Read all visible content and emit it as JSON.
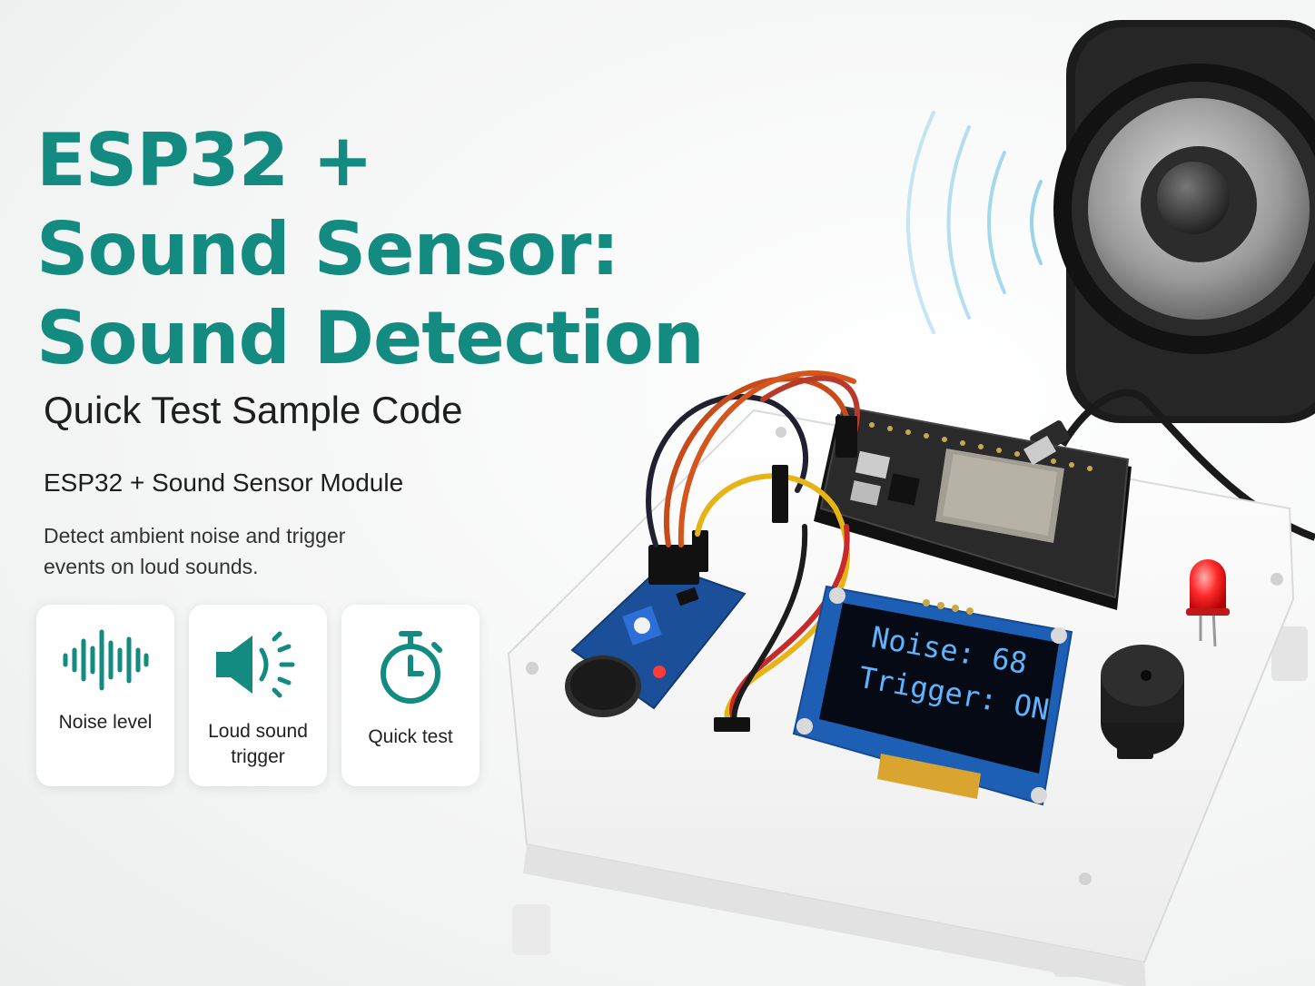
{
  "title_lines": [
    "ESP32 +",
    "Sound Sensor:",
    "Sound Detection"
  ],
  "subtitle": "Quick Test Sample Code",
  "module_label": "ESP32 + Sound Sensor Module",
  "description": "Detect ambient noise and trigger events on loud sounds.",
  "features": [
    {
      "icon": "waveform-icon",
      "label": "Noise level"
    },
    {
      "icon": "speaker-icon",
      "label": "Loud sound trigger"
    },
    {
      "icon": "stopwatch-icon",
      "label": "Quick test"
    }
  ],
  "oled": {
    "line1": "Noise: 68",
    "line2": "Trigger: ON"
  },
  "colors": {
    "accent": "#138b80",
    "text": "#1e1e1e",
    "oled_text": "#5fb4ff"
  }
}
